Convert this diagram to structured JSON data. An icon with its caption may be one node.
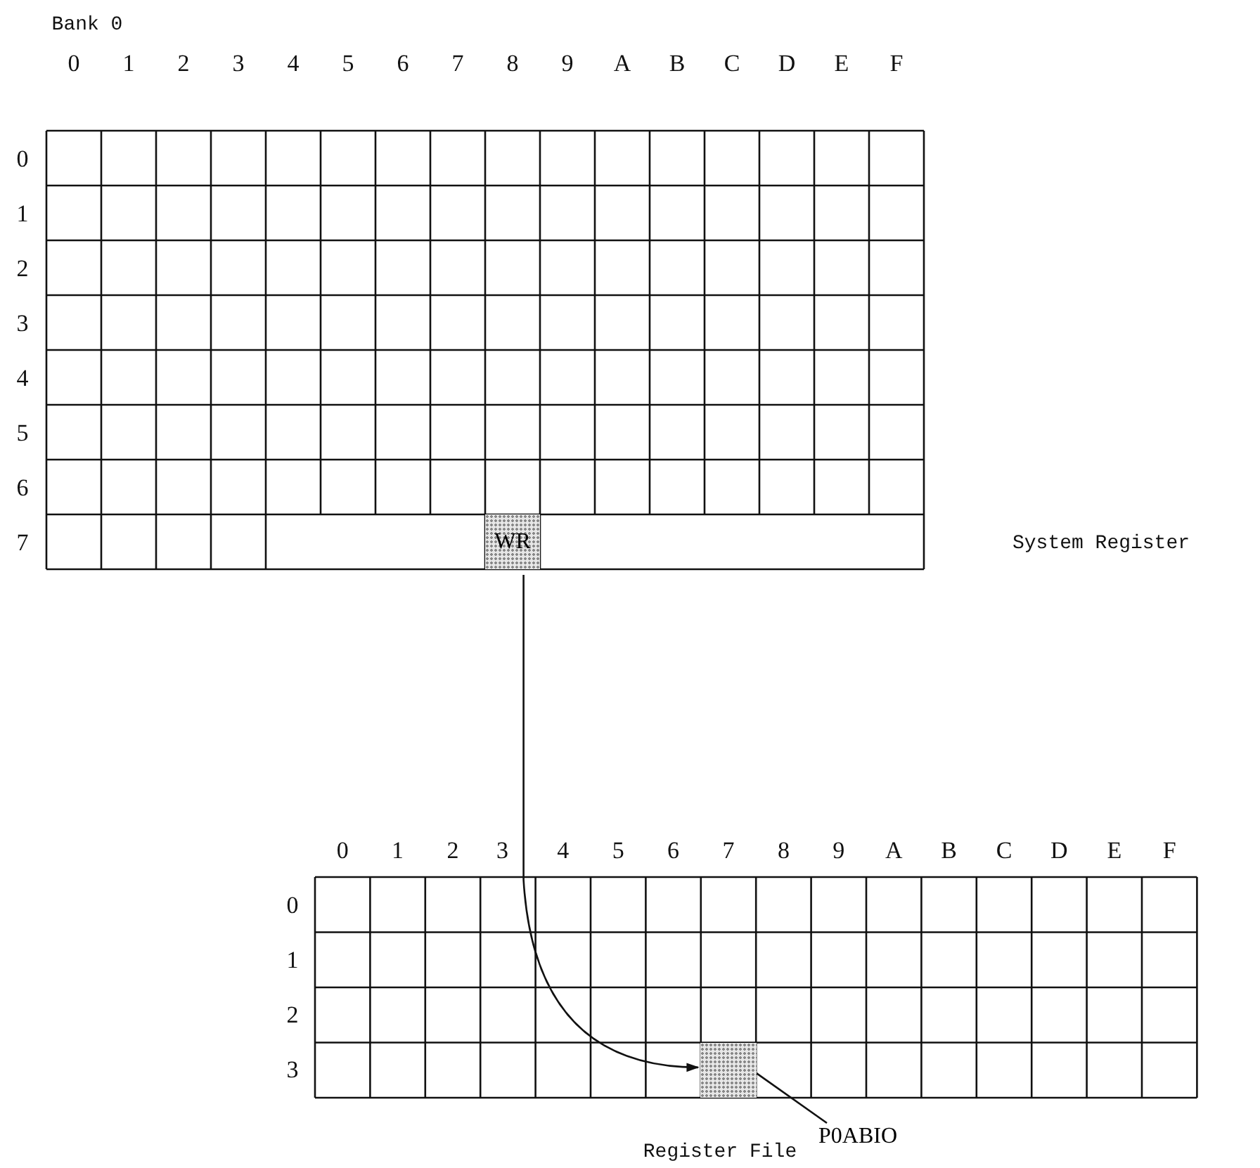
{
  "diagram": {
    "nodes": [
      {
        "text": [
          "WR"
        ]
      },
      {
        "text": [],
        "shape": "box"
      },
      {
        "text": [
          "P0ABIO"
        ]
      }
    ],
    "edges": [
      {
        "from": 0,
        "to": 1,
        "arrow": "to"
      },
      {
        "from": 2,
        "to": 1,
        "arrow": "none"
      }
    ],
    "labels": [
      "Bank 0",
      "0",
      "1",
      "2",
      "3",
      "4",
      "5",
      "6",
      "7",
      "8",
      "9",
      "A",
      "B",
      "C",
      "D",
      "E",
      "F",
      "0",
      "1",
      "2",
      "3",
      "4",
      "5",
      "6",
      "7",
      "System Register",
      "0",
      "1",
      "2",
      "3",
      "4",
      "5",
      "6",
      "7",
      "8",
      "9",
      "A",
      "B",
      "C",
      "D",
      "E",
      "F",
      "0",
      "1",
      "2",
      "3",
      "Register File"
    ]
  }
}
